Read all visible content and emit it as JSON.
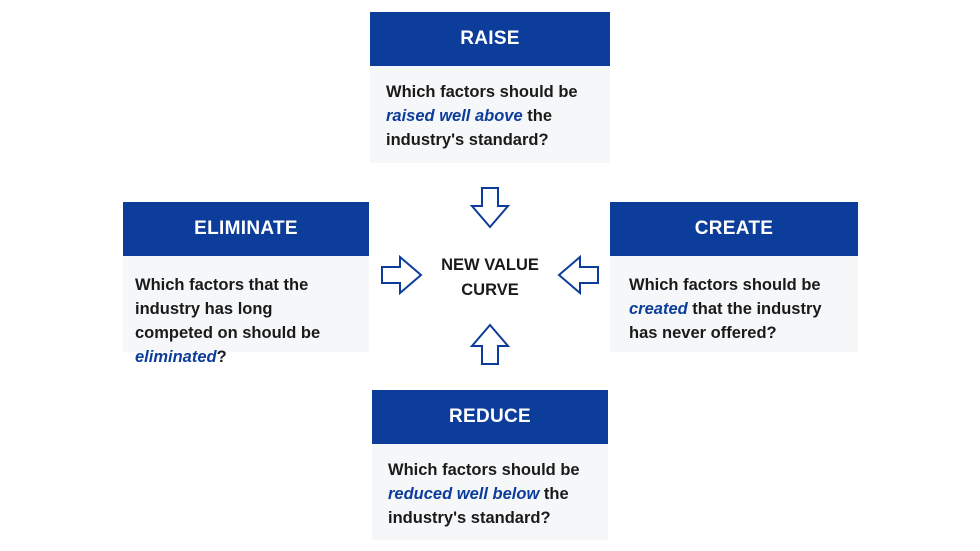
{
  "center": {
    "line1": "NEW VALUE",
    "line2": "CURVE"
  },
  "raise": {
    "title": "RAISE",
    "text1": "Which factors should be",
    "em": "raised well above",
    "text2": " the industry's standard?"
  },
  "eliminate": {
    "title": "ELIMINATE",
    "text1": "Which factors that the industry has long competed on should be ",
    "em": "eliminated",
    "text2": "?"
  },
  "create": {
    "title": "CREATE",
    "text1": "Which factors should be",
    "em": "created",
    "text2": " that the industry has never offered?"
  },
  "reduce": {
    "title": "REDUCE",
    "text1": "Which factors should be",
    "em": "reduced well below",
    "text2": " the industry's standard?"
  },
  "colors": {
    "header_bg": "#0d3d9a",
    "card_bg": "#f5f7f9",
    "emphasis_text": "#0d3d9a",
    "arrow_stroke": "#0d3d9a"
  },
  "icons": {
    "top": "arrow-down-icon",
    "left": "arrow-right-icon",
    "right": "arrow-left-icon",
    "bottom": "arrow-up-icon"
  }
}
